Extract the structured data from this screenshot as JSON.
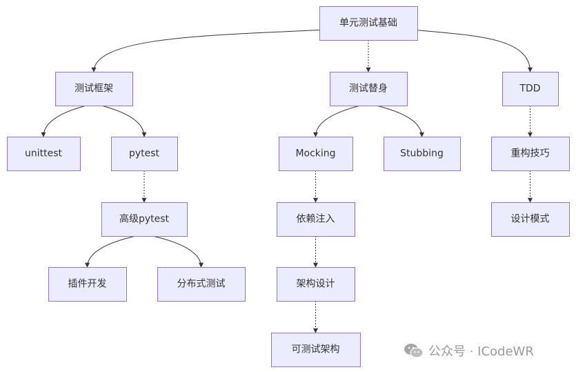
{
  "diagram": {
    "nodes": [
      {
        "id": "root",
        "label": "单元测试基础"
      },
      {
        "id": "framework",
        "label": "测试框架"
      },
      {
        "id": "double",
        "label": "测试替身"
      },
      {
        "id": "tdd",
        "label": "TDD"
      },
      {
        "id": "unittest",
        "label": "unittest"
      },
      {
        "id": "pytest",
        "label": "pytest"
      },
      {
        "id": "mocking",
        "label": "Mocking"
      },
      {
        "id": "stubbing",
        "label": "Stubbing"
      },
      {
        "id": "refactor",
        "label": "重构技巧"
      },
      {
        "id": "advpytest",
        "label": "高级pytest"
      },
      {
        "id": "di",
        "label": "依赖注入"
      },
      {
        "id": "pattern",
        "label": "设计模式"
      },
      {
        "id": "plugin",
        "label": "插件开发"
      },
      {
        "id": "distributed",
        "label": "分布式测试"
      },
      {
        "id": "arch",
        "label": "架构设计"
      },
      {
        "id": "testable",
        "label": "可测试架构"
      }
    ],
    "edges": [
      {
        "from": "root",
        "to": "framework"
      },
      {
        "from": "root",
        "to": "double"
      },
      {
        "from": "root",
        "to": "tdd"
      },
      {
        "from": "framework",
        "to": "unittest"
      },
      {
        "from": "framework",
        "to": "pytest"
      },
      {
        "from": "double",
        "to": "mocking"
      },
      {
        "from": "double",
        "to": "stubbing"
      },
      {
        "from": "tdd",
        "to": "refactor"
      },
      {
        "from": "pytest",
        "to": "advpytest"
      },
      {
        "from": "mocking",
        "to": "di"
      },
      {
        "from": "refactor",
        "to": "pattern"
      },
      {
        "from": "advpytest",
        "to": "plugin"
      },
      {
        "from": "advpytest",
        "to": "distributed"
      },
      {
        "from": "di",
        "to": "arch"
      },
      {
        "from": "arch",
        "to": "testable"
      }
    ]
  },
  "watermark": {
    "text": "公众号 · ICodeWR",
    "icon": "wechat-icon"
  },
  "colors": {
    "node_fill": "#ececff",
    "node_stroke": "#9370db",
    "edge": "#333333",
    "text": "#333333",
    "watermark": "#9a9a9a"
  }
}
